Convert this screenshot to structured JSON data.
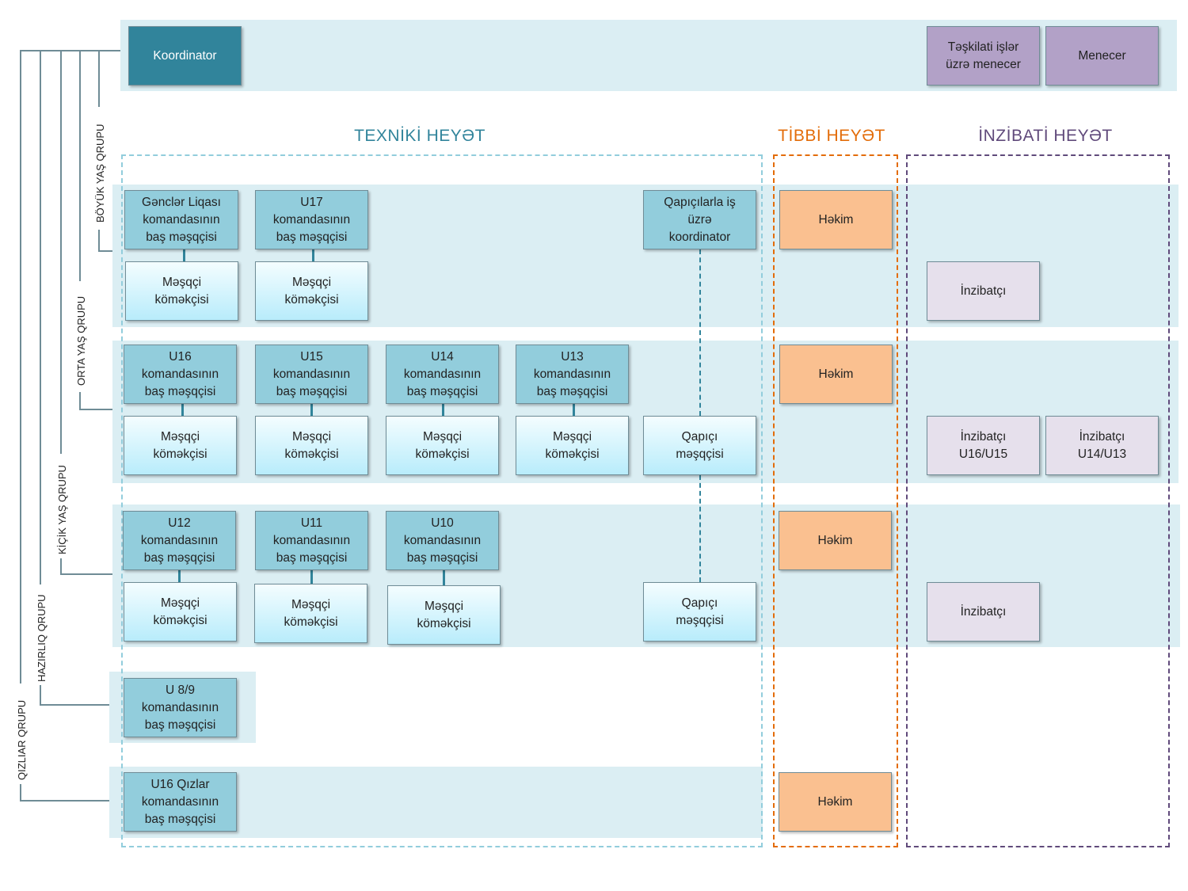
{
  "top": {
    "coordinator": "Koordinator",
    "org_manager": "Təşkilati işlər\nüzrə menecer",
    "manager": "Menecer"
  },
  "sections": {
    "technical": {
      "title": "TEXNİKİ HEYƏT",
      "color": "#31849b"
    },
    "medical": {
      "title": "TİBBİ HEYƏT",
      "color": "#e36c09"
    },
    "admin": {
      "title": "İNZİBATİ HEYƏT",
      "color": "#604a7b"
    }
  },
  "groups": {
    "senior": "BÖYÜK YAŞ QRUPU",
    "middle": "ORTA  YAŞ QRUPU",
    "junior": "KİÇİK  YAŞ QRUPU",
    "prep": "HAZIRLIQ  QRUPU",
    "girls": "QIZLIAR QRUPU"
  },
  "senior_row": {
    "head1": "Gənclər Liqası\nkomandasının\nbaş məşqçisi",
    "head2": "U17\nkomandasının\nbaş məşqçisi",
    "gk_coord": "Qapıçılarla iş\nüzrə\nkoordinator",
    "doctor": "Həkim",
    "assistant1": "Məşqçi\nköməkçisi",
    "assistant2": "Məşqçi\nköməkçisi",
    "admin": "İnzibatçı"
  },
  "middle_row": {
    "head1": "U16\nkomandasının\nbaş məşqçisi",
    "head2": "U15\nkomandasının\nbaş məşqçisi",
    "head3": "U14\nkomandasının\nbaş məşqçisi",
    "head4": "U13\nkomandasının\nbaş məşqçisi",
    "doctor": "Həkim",
    "assistant1": "Məşqçi\nköməkçisi",
    "assistant2": "Məşqçi\nköməkçisi",
    "assistant3": "Məşqçi\nköməkçisi",
    "assistant4": "Məşqçi\nköməkçisi",
    "gk_coach": "Qapıçı\nməşqçisi",
    "admin1": "İnzibatçı\nU16/U15",
    "admin2": "İnzibatçı\nU14/U13"
  },
  "junior_row": {
    "head1": "U12\nkomandasının\nbaş məşqçisi",
    "head2": "U11\nkomandasının\nbaş məşqçisi",
    "head3": "U10\nkomandasının\nbaş məşqçisi",
    "doctor": "Həkim",
    "assistant1": "Məşqçi\nköməkçisi",
    "assistant2": "Məşqçi\nköməkçisi",
    "assistant3": "Məşqçi\nköməkçisi",
    "gk_coach": "Qapıçı\nməşqçisi",
    "admin": "İnzibatçı"
  },
  "prep_row": {
    "head": "U 8/9\nkomandasının\nbaş məşqçisi"
  },
  "girls_row": {
    "head": "U16 Qızlar\nkomandasının\nbaş məşqçisi",
    "doctor": "Həkim"
  }
}
